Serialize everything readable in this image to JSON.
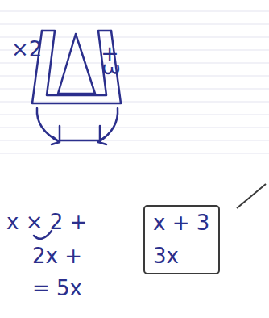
{
  "diagram": {
    "nodes": [
      {
        "text": [
          "x + 3",
          "3x"
        ]
      }
    ],
    "labels": [
      "×2",
      "+3",
      "x × 2 +",
      "2x +",
      "= 5x"
    ]
  }
}
